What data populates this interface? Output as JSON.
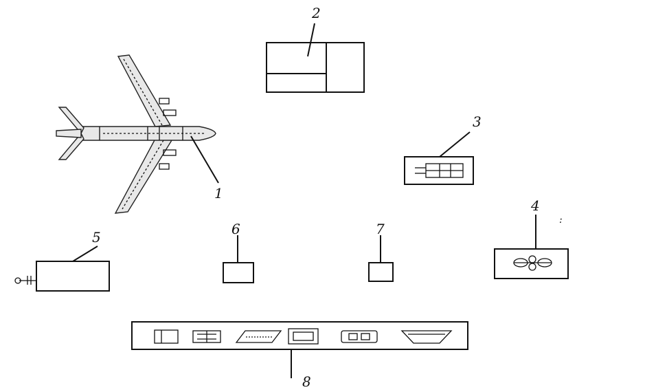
{
  "callouts": {
    "c1": "1",
    "c2": "2",
    "c3": "3",
    "c4": "4",
    "c5": "5",
    "c6": "6",
    "c7": "7",
    "c8": "8",
    "stray_mark": ":"
  },
  "colors": {
    "ink": "#111111",
    "background": "#ffffff"
  },
  "icons": [
    "aircraft-icon",
    "truck-icon",
    "vehicle-icon",
    "door-icon",
    "ladder-icon",
    "ramp-icon",
    "monitor-icon",
    "container-icon",
    "tray-icon"
  ]
}
